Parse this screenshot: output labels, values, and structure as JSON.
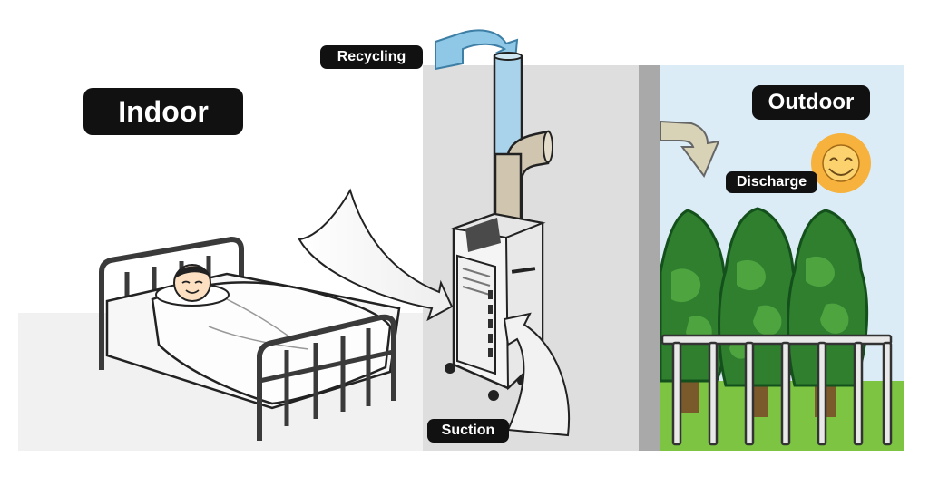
{
  "labels": {
    "indoor": "Indoor",
    "outdoor": "Outdoor",
    "recycling": "Recycling",
    "discharge": "Discharge",
    "suction": "Suction"
  },
  "colors": {
    "wall": "#dcdcdc",
    "wall_edge": "#a9a9a9",
    "sky": "#dcecf7",
    "grass": "#7cc442",
    "tree_dark": "#1d6e2a",
    "tree_light": "#3f9a3c",
    "trunk": "#7a5a2b",
    "sun": "#f6b23c",
    "recycling_arrow": "#8ec8e6",
    "discharge_arrow": "#d8d2b6",
    "suction_arrow": "#f2f2f2",
    "label_bg": "#111111",
    "label_text": "#ffffff"
  },
  "icons": [
    "bed-icon",
    "sleeping-person-icon",
    "dehumidifier-icon",
    "duct-pipe-icon",
    "smiling-sun-icon",
    "tree-icon",
    "fence-icon",
    "airflow-arrow-icon"
  ]
}
